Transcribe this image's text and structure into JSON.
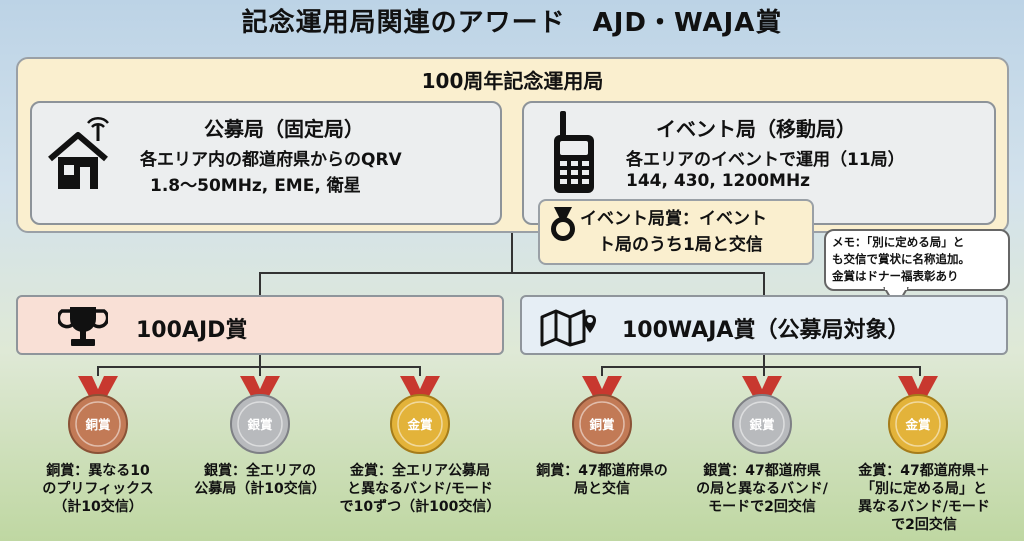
{
  "title": "記念運用局関連のアワード　AJD・WAJA賞",
  "top": {
    "title": "100周年記念運用局",
    "fixed": {
      "title": "公募局（固定局）",
      "line1": "各エリア内の都道府県からのQRV",
      "line2": "1.8〜50MHz, EME, 衛星",
      "icon": "house-antenna-icon"
    },
    "mobile": {
      "title": "イベント局（移動局）",
      "line1": "各エリアのイベントで運用（11局）",
      "line2": "144, 430, 1200MHz",
      "icon": "handheld-radio-icon"
    },
    "event_award": {
      "line1": "イベント局賞：イベント",
      "line2": "ト局のうち1局と交信",
      "icon": "medal-icon"
    }
  },
  "memo": {
    "line1": "メモ：「別に定める局」と",
    "line2": "も交信で賞状に名称追加。",
    "line3": "金賞はドナー福表彰あり"
  },
  "ajd": {
    "title": "100AJD賞",
    "icon": "trophy-icon",
    "medals": [
      {
        "badge": "銅賞",
        "color": "#c27a56",
        "desc": [
          "銅賞：異なる10",
          "のプリフィックス",
          "（計10交信）"
        ]
      },
      {
        "badge": "銀賞",
        "color": "#b8babd",
        "desc": [
          "銀賞：全エリアの",
          "公募局（計10交信）"
        ]
      },
      {
        "badge": "金賞",
        "color": "#e3b33a",
        "desc": [
          "金賞：全エリア公募局",
          "と異なるバンド/モード",
          "で10ずつ（計100交信）"
        ]
      }
    ]
  },
  "waja": {
    "title": "100WAJA賞（公募局対象）",
    "icon": "map-pin-icon",
    "medals": [
      {
        "badge": "銅賞",
        "color": "#c27a56",
        "desc": [
          "銅賞：47都道府県の",
          "局と交信"
        ]
      },
      {
        "badge": "銀賞",
        "color": "#b8babd",
        "desc": [
          "銀賞：47都道府県",
          "の局と異なるバンド/",
          "モードで2回交信"
        ]
      },
      {
        "badge": "金賞",
        "color": "#e3b33a",
        "desc": [
          "金賞：47都道府県＋",
          "「別に定める局」と",
          "異なるバンド/モード",
          "で2回交信"
        ]
      }
    ]
  },
  "colors": {
    "ribbon": "#c8382f",
    "outer_bg": "#faefcf",
    "ajd_bg": "#f9e0d6",
    "waja_bg": "#e6eef5"
  }
}
